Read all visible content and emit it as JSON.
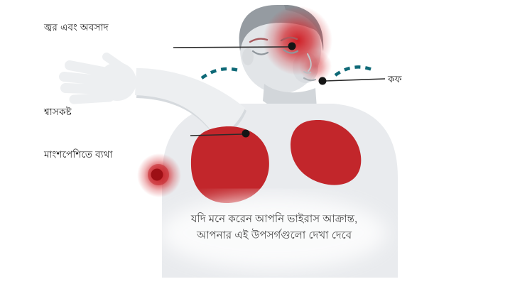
{
  "labels": {
    "fever": "জ্বর এবং অবসাদ",
    "cough": "কফ",
    "breath": "শ্বাসকষ্ট",
    "muscle": "মাংশপেশিতে ব্যথা"
  },
  "caption": {
    "line1": "যদি মনে করেন আপনি ভাইরাস আক্রান্ত,",
    "line2": "আপনার এই উপসর্গগুলো দেখা দেবে"
  },
  "illustration": {
    "subject": "person-coughing-into-raised-arm-with-symptom-callouts",
    "colors": {
      "body": "#e9ebee",
      "arm": "#edeff1",
      "hair": "#959ba1",
      "hair_dark": "#878d93",
      "face": "#e2e5e8",
      "lungs": "#c2262b",
      "glow_red": "#d2252b",
      "pain_core": "#9d0f15",
      "cough_dash_teal": "#0e6977",
      "leader_line": "#2a2a2a",
      "text": "#1f1f1f"
    },
    "icons": [
      {
        "name": "pointer-dot",
        "glyph": "●"
      },
      {
        "name": "cough-dash",
        "glyph": "▬"
      }
    ]
  }
}
